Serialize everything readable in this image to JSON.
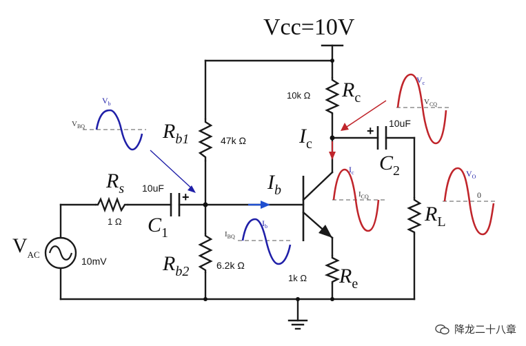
{
  "supply": {
    "label": "Vcc=10V"
  },
  "resistors": {
    "rc": {
      "symbol": "R",
      "sub": "c",
      "value": "10k Ω"
    },
    "rb1": {
      "symbol": "R",
      "sub": "b1",
      "value": "47k Ω"
    },
    "rb2": {
      "symbol": "R",
      "sub": "b2",
      "value": "6.2k Ω"
    },
    "re": {
      "symbol": "R",
      "sub": "e",
      "value": "1k Ω"
    },
    "rs": {
      "symbol": "R",
      "sub": "s",
      "value": "1 Ω"
    },
    "rl": {
      "symbol": "R",
      "sub": "L",
      "value": ""
    }
  },
  "capacitors": {
    "c1": {
      "symbol": "C",
      "sub": "1",
      "value": "10uF",
      "polarity": "+"
    },
    "c2": {
      "symbol": "C",
      "sub": "2",
      "value": "10uF",
      "polarity": "+"
    }
  },
  "source": {
    "symbol": "V",
    "sub": "AC",
    "value": "10mV"
  },
  "currents": {
    "ic": {
      "symbol": "I",
      "sub": "c"
    },
    "ib": {
      "symbol": "I",
      "sub": "b"
    }
  },
  "waveforms": {
    "vb": {
      "label": "V",
      "sub": "b",
      "dc": "V",
      "dc_sub": "BQ",
      "color": "#1f1fa8"
    },
    "ib": {
      "label": "I",
      "sub": "b",
      "dc": "I",
      "dc_sub": "BQ",
      "color": "#1f1fa8"
    },
    "ic": {
      "label": "I",
      "sub": "c",
      "dc": "I",
      "dc_sub": "CQ",
      "color": "#c0252b"
    },
    "vc": {
      "label": "V",
      "sub": "c",
      "dc": "V",
      "dc_sub": "CQ",
      "color": "#c0252b"
    },
    "vo": {
      "label": "V",
      "sub": "O",
      "dc": "0",
      "color": "#c0252b"
    }
  },
  "watermark": {
    "text": "降龙二十八章",
    "icon": "wechat-icon"
  }
}
